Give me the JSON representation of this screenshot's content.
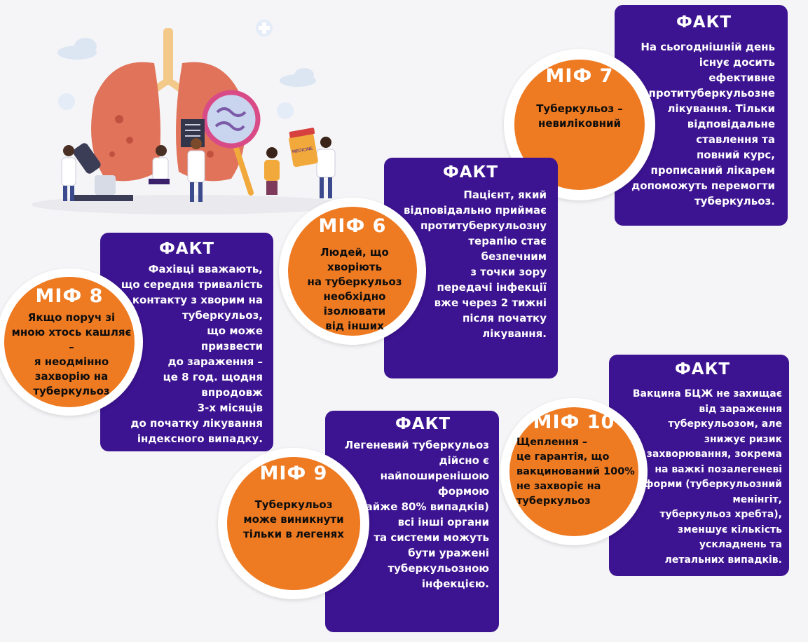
{
  "facts": {
    "f7": {
      "title": "ФАКТ",
      "text": "На сьогоднішній день\nіснує досить\nефективне\nпротитуберкульозне\nлікування. Тільки\nвідповідальне\nставлення та\nповний курс,\nпрописаний лікарем\nдопоможуть перемогти\nтуберкульоз."
    },
    "f6": {
      "title": "ФАКТ",
      "text": "Пацієнт, який\nвідповідально приймає\nпротитуберкульозну\nтерапію стає\nбезпечним\nз точки зору\nпередачі інфекції\nвже через 2 тижні\nпісля початку\nлікування."
    },
    "f8": {
      "title": "ФАКТ",
      "text": "Фахівці вважають,\nщо середня тривалість\nконтакту з хворим на\nтуберкульоз,\nщо може\nпризвести\nдо зараження –\nце 8 год. щодня\nвпродовж\n3-х місяців\nдо початку лікування\nіндексного випадку."
    },
    "f9": {
      "title": "ФАКТ",
      "text": "Легеневий туберкульоз\nдійсно є\nнайпоширенішою\nформою\n(майже 80% випадків)\nвсі інші органи\nта системи можуть\nбути уражені\nтуберкульозною\nінфекцією."
    },
    "f10": {
      "title": "ФАКТ",
      "text": "Вакцина БЦЖ не захищає\nвід зараження\nтуберкульозом, але\nзнижує ризик\nзахворювання, зокрема\nна важкі позалегеневі\nформи (туберкульозний\nменінгіт,\nтуберкульоз хребта),\nзменшує кількість\nускладнень та\nлетальних випадків."
    }
  },
  "myths": {
    "m7": {
      "title": "МІФ 7",
      "text": "Туберкульоз –\nневиліковний"
    },
    "m6": {
      "title": "МІФ 6",
      "text": "Людей, що хворіють\nна туберкульоз\nнеобхідно\nізолювати\nвід інших"
    },
    "m8": {
      "title": "МІФ 8",
      "text": "Якщо поруч зі\nмною хтось кашляє –\nя неодмінно\nзахворію на\nтуберкульоз"
    },
    "m9": {
      "title": "МІФ 9",
      "text": "Туберкульоз\nможе виникнути\nтільки в легенях"
    },
    "m10": {
      "title": "МІФ 10",
      "text": "Щеплення –\nце гарантія, що\nвакцинований 100%\nне захворіє на\nтуберкульоз"
    }
  },
  "illustration": {
    "jar_label": "MEDICINE"
  },
  "colors": {
    "fact_bg": "#3c1390",
    "myth_bg": "#ee7a22",
    "ring": "#ffffff",
    "lungs": "#e0735a"
  },
  "icons": [
    "lungs-illustration",
    "magnifier-icon",
    "microscope-icon",
    "xray-icon",
    "pill-jar-icon",
    "cloud-icon",
    "medical-cross-icon"
  ]
}
